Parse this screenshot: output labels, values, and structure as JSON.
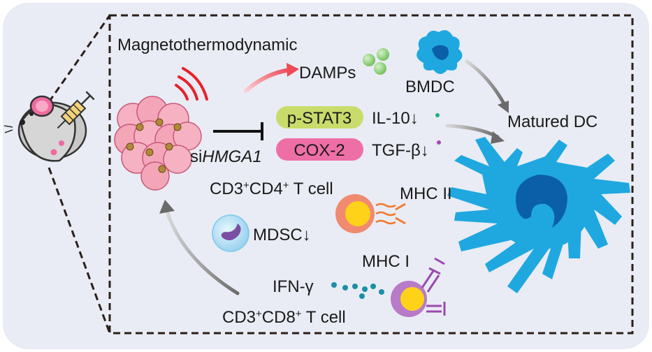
{
  "labels": {
    "process": "Magnetothermodynamic",
    "damps": "DAMPs",
    "bmdc": "BMDC",
    "matured_dc": "Matured DC",
    "pstat3": "p-STAT3",
    "il10": "IL-10↓",
    "cox2": "COX-2",
    "tgfb": "TGF-β↓",
    "si_prefix": "si",
    "si_gene": "HMGA1",
    "cd4_prefix": "CD3",
    "cd4_sup1": "+",
    "cd4_mid": "CD4",
    "cd4_sup2": "+",
    "cd4_suffix": " T cell",
    "mhc2": "MHC II",
    "mdsc": "MDSC↓",
    "mhc1": "MHC I",
    "ifng": "IFN-γ",
    "cd8_prefix": "CD3",
    "cd8_sup1": "+",
    "cd8_mid": "CD8",
    "cd8_sup2": "+",
    "cd8_suffix": " T cell"
  },
  "colors": {
    "background_panel": "#e9ecf4",
    "dashed_border": "#2a1f1a",
    "tumor_cell": "#f4a6b8",
    "tumor_nucleus": "#b08a3a",
    "pstat3_pill": "#c9dc6b",
    "cox2_pill": "#ee6fa6",
    "dc": "#1fa8e0",
    "dc_nucleus": "#0a5fa8",
    "cd4_cell": "#f08a70",
    "cd4_core": "#ffd21a",
    "cd8_cell": "#b77bc7",
    "cd8_core": "#ffd21a",
    "mdsc_cell": "#9fd8f4",
    "mdsc_nucleus": "#7a4ea0",
    "damps_beads": "#8fd47a",
    "ifng_dots": "#1a8fa6",
    "heat_waves": "#e8202a",
    "red_arrow": "#f26a72",
    "gray_arrow": "#8a8a8a"
  },
  "icons": {
    "mouse": "mouse-icon",
    "syringe": "syringe-icon",
    "heat": "heat-waves-icon"
  }
}
